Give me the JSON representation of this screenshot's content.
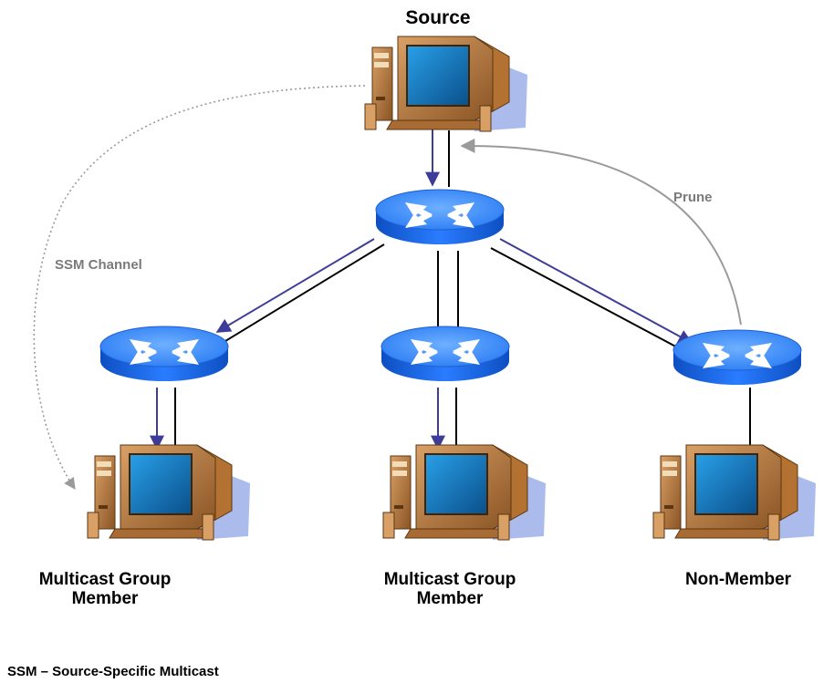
{
  "title": "Source",
  "nodes": {
    "source": {
      "icon": "computer-icon"
    },
    "core_router": {
      "icon": "router-icon"
    },
    "left_router": {
      "icon": "router-icon"
    },
    "middle_router": {
      "icon": "router-icon"
    },
    "right_router": {
      "icon": "router-icon"
    },
    "left_host": {
      "icon": "computer-icon",
      "label_line1": "Multicast Group",
      "label_line2": "Member"
    },
    "middle_host": {
      "icon": "computer-icon",
      "label_line1": "Multicast Group",
      "label_line2": "Member"
    },
    "right_host": {
      "icon": "computer-icon",
      "label": "Non-Member"
    }
  },
  "edge_labels": {
    "ssm_channel": "SSM Channel",
    "prune": "Prune"
  },
  "footnote": "SSM – Source-Specific Multicast",
  "colors": {
    "flow_arrow": "#3d3d99",
    "link_line": "#000000",
    "router_fill": "#1b6df0",
    "router_top": "#4d97ff",
    "monitor_body": "#c88b4a",
    "monitor_screen": "#0a6fb6",
    "dotted_channel": "#9a9a9a",
    "prune_arrow": "#9a9a9a"
  }
}
